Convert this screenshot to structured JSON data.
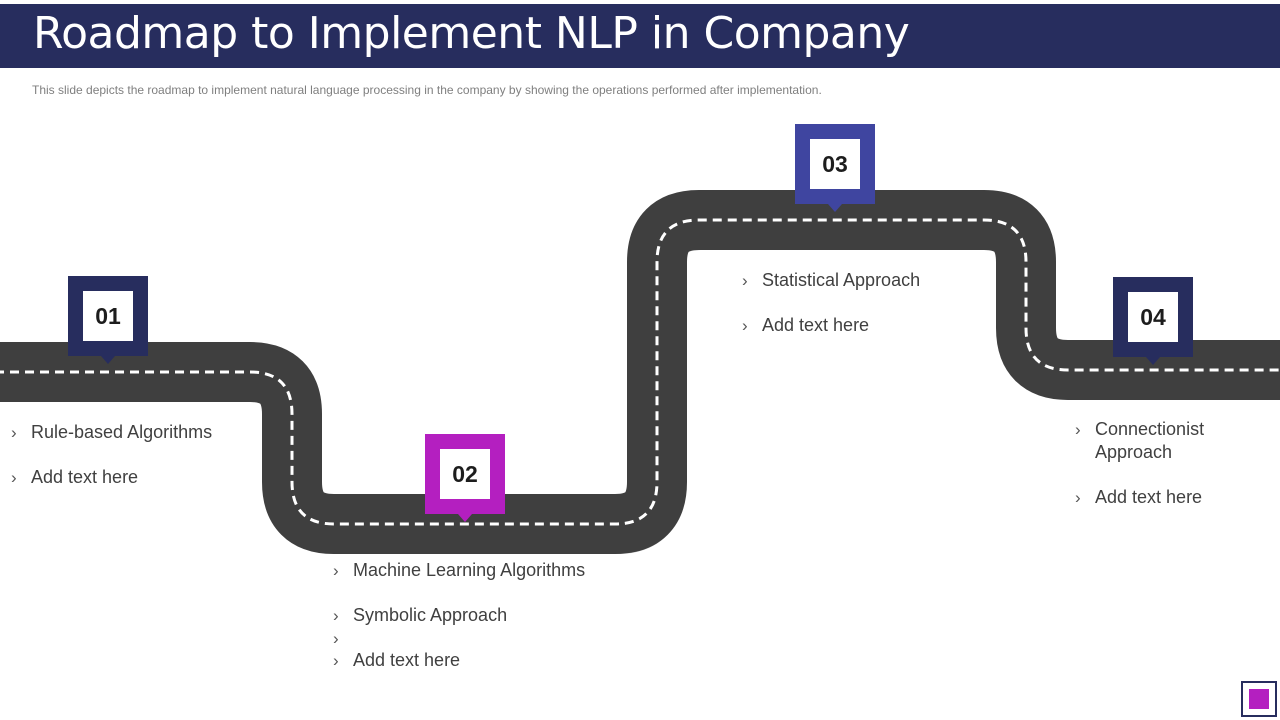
{
  "slide": {
    "title": "Roadmap to Implement NLP in Company",
    "subtitle": "This slide depicts the roadmap to implement natural language processing in the company by showing the operations performed  after implementation."
  },
  "colors": {
    "title_bar": "#272d5e",
    "road": "#3f3f3f",
    "road_shadow": "#c4c4c4",
    "dash": "#ffffff",
    "marker_navy": "#272d5e",
    "marker_magenta": "#b41fc0",
    "marker_indigo": "#3f45a0",
    "accent_square": "#b41fc0"
  },
  "milestones": [
    {
      "number": "01",
      "items": [
        "Rule-based Algorithms",
        "Add text here"
      ]
    },
    {
      "number": "02",
      "items": [
        "Machine Learning Algorithms",
        "Symbolic Approach",
        "",
        "Add text here"
      ]
    },
    {
      "number": "03",
      "items": [
        "Statistical Approach",
        "Add text here"
      ]
    },
    {
      "number": "04",
      "items": [
        "Connectionist Approach",
        "Add text here"
      ]
    }
  ]
}
